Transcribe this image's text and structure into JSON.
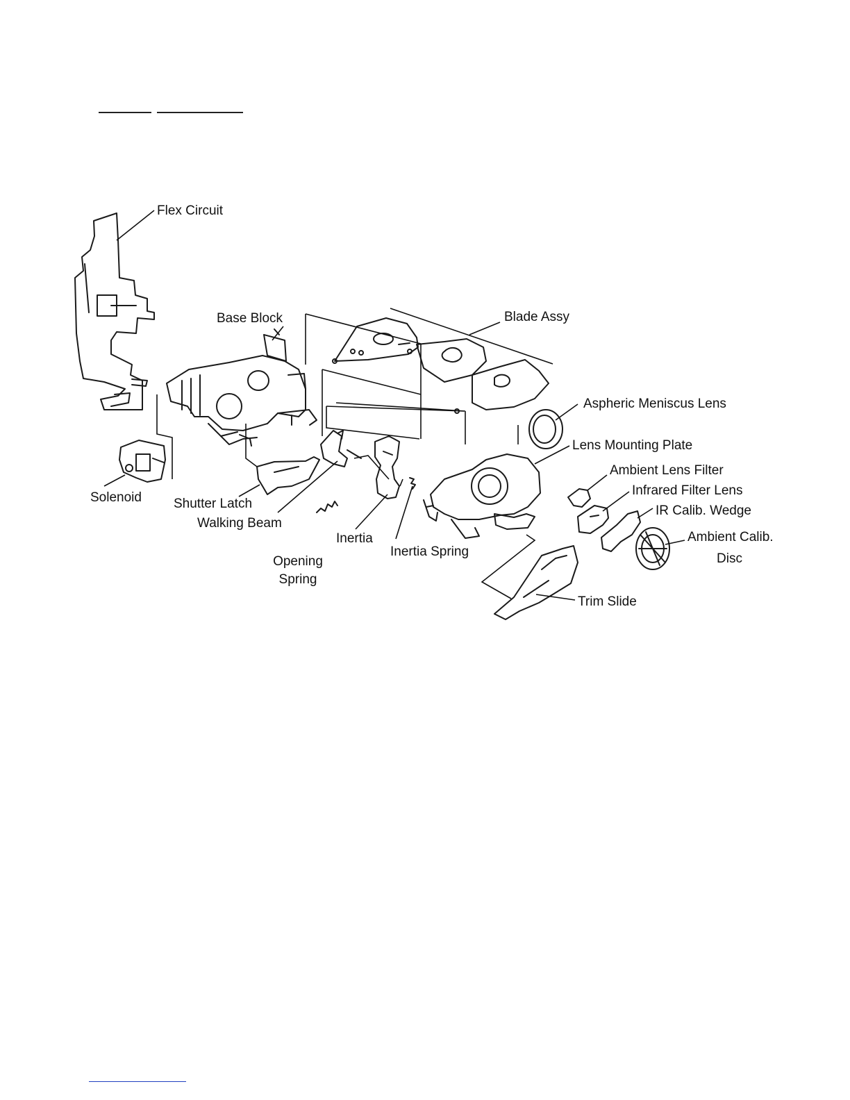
{
  "labels": {
    "flex_circuit": "Flex Circuit",
    "base_block": "Base Block",
    "blade_assy": "Blade Assy",
    "aspheric_meniscus_lens": "Aspheric Meniscus Lens",
    "lens_mounting_plate": "Lens Mounting Plate",
    "ambient_lens_filter": "Ambient Lens Filter",
    "infrared_filter_lens": "Infrared Filter Lens",
    "ir_calib_wedge": "IR Calib. Wedge",
    "ambient_calib_line1": "Ambient Calib.",
    "ambient_calib_line2": "Disc",
    "solenoid": "Solenoid",
    "shutter_latch": "Shutter Latch",
    "walking_beam": "Walking Beam",
    "inertia": "Inertia",
    "inertia_spring": "Inertia Spring",
    "opening_spring_line1": "Opening",
    "opening_spring_line2": "Spring",
    "trim_slide": "Trim Slide"
  },
  "colors": {
    "ink": "#1a1a1a",
    "footer_rule": "#1f3fc0"
  }
}
